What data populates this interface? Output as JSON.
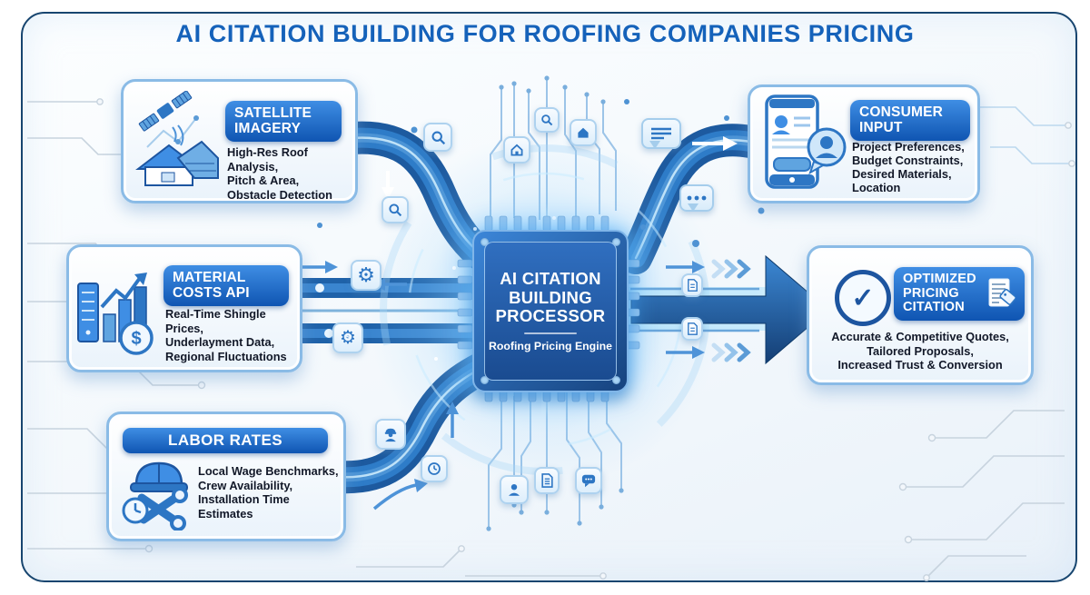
{
  "title": "AI CITATION BUILDING FOR ROOFING COMPANIES PRICING",
  "nodes": {
    "satellite": {
      "heading": "SATELLITE IMAGERY",
      "lines": [
        "High-Res Roof Analysis,",
        "Pitch & Area,",
        "Obstacle Detection"
      ]
    },
    "material": {
      "heading": "MATERIAL COSTS API",
      "lines": [
        "Real-Time Shingle Prices,",
        "Underlayment Data,",
        "Regional Fluctuations"
      ]
    },
    "labor": {
      "heading": "LABOR RATES",
      "lines": [
        "Local Wage Benchmarks,",
        "Crew Availability,",
        "Installation Time Estimates"
      ]
    },
    "consumer": {
      "heading": "CONSUMER INPUT",
      "lines": [
        "Project Preferences,",
        "Budget Constraints,",
        "Desired Materials,",
        "Location"
      ]
    },
    "processor": {
      "heading": "AI CITATION BUILDING PROCESSOR",
      "subtitle": "Roofing Pricing Engine"
    },
    "output": {
      "heading": "OPTIMIZED PRICING CITATION",
      "lines": [
        "Accurate & Competitive Quotes,",
        "Tailored Proposals,",
        "Increased Trust & Conversion"
      ]
    }
  },
  "icons": {
    "gear": "⚙",
    "dollar": "$",
    "check": "✓",
    "names": [
      "satellite-icon",
      "house-icon",
      "search-icon",
      "gear-icon",
      "gear-dollar-icon",
      "worker-icon",
      "clock-icon",
      "person-icon",
      "document-icon",
      "chat-icon",
      "chat-lines-icon",
      "chat-dots-icon",
      "phone-icon",
      "bar-chart-icon",
      "hardhat-wrench-icon",
      "check-icon",
      "document-tag-icon"
    ]
  },
  "colors": {
    "title": "#1562ba",
    "pill_top": "#3f8ee4",
    "pill_bottom": "#0f55b2",
    "box_border": "#8abbe6",
    "pipe": "#1d5a9f",
    "glow": "#9fdcff",
    "arrow": "#16437f",
    "body_text": "#121828"
  }
}
